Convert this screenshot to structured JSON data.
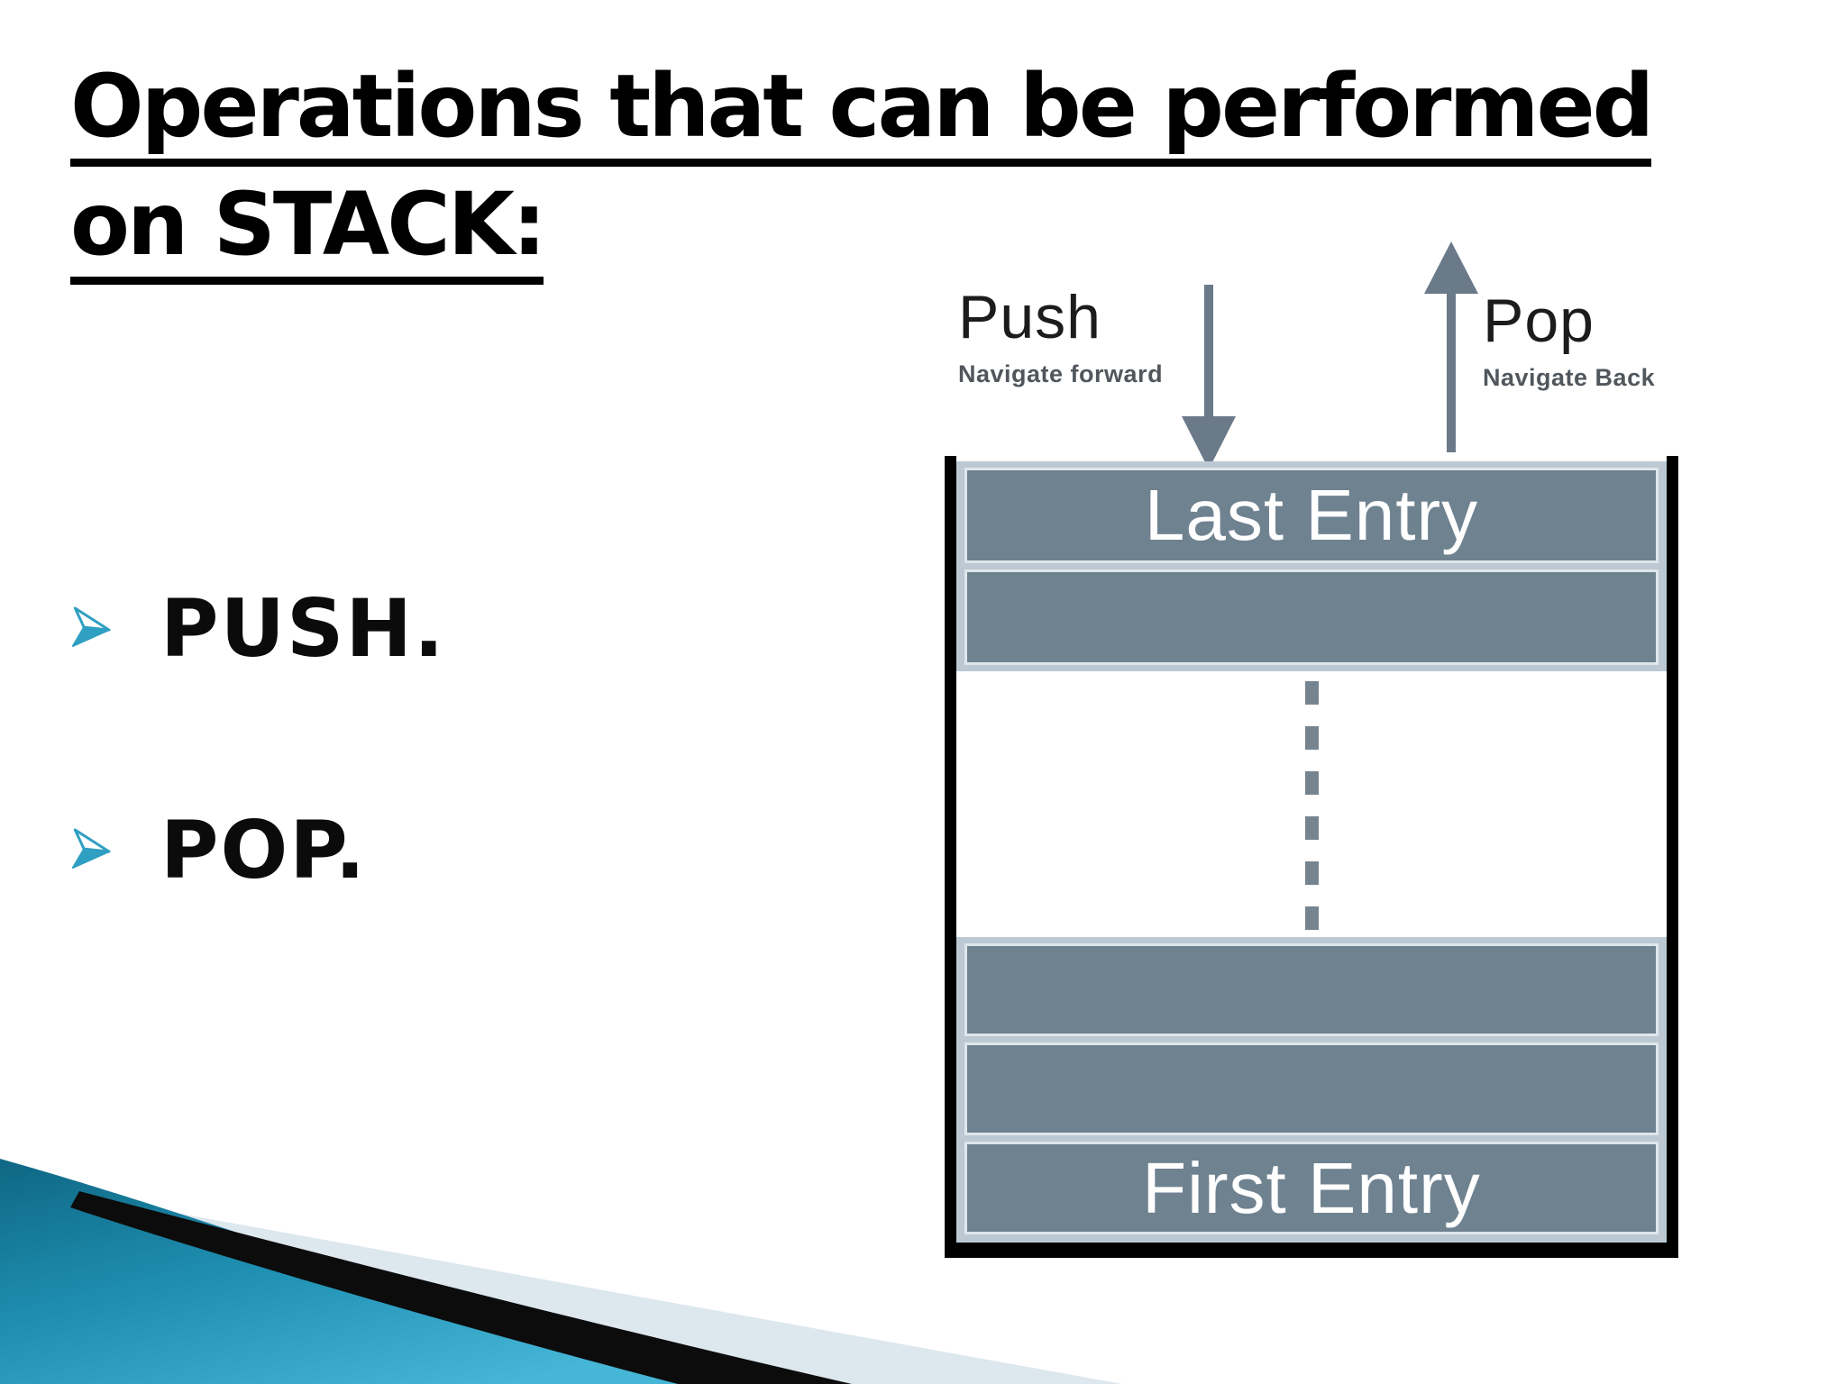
{
  "slide": {
    "title": {
      "line1": "Operations that can be performed",
      "line2": "on STACK:"
    },
    "bullets": [
      {
        "label": "PUSH."
      },
      {
        "label": "POP."
      }
    ]
  },
  "diagram": {
    "push": {
      "label": "Push",
      "sublabel": "Navigate forward"
    },
    "pop": {
      "label": "Pop",
      "sublabel": "Navigate Back"
    },
    "stack": {
      "rows": [
        "Last Entry",
        "",
        "",
        "",
        "First Entry"
      ]
    }
  },
  "colors": {
    "bullet_teal": "#2f9fc2",
    "stack_box_slate": "#6f8290",
    "stack_frame_light": "#bcc9d2",
    "arrow_gray": "#6b7a88",
    "swoosh_teal_dark": "#0f6784",
    "swoosh_teal_light": "#45b6d6",
    "swoosh_pale_blue": "#dde7ee",
    "swoosh_black": "#0c0c0c"
  }
}
